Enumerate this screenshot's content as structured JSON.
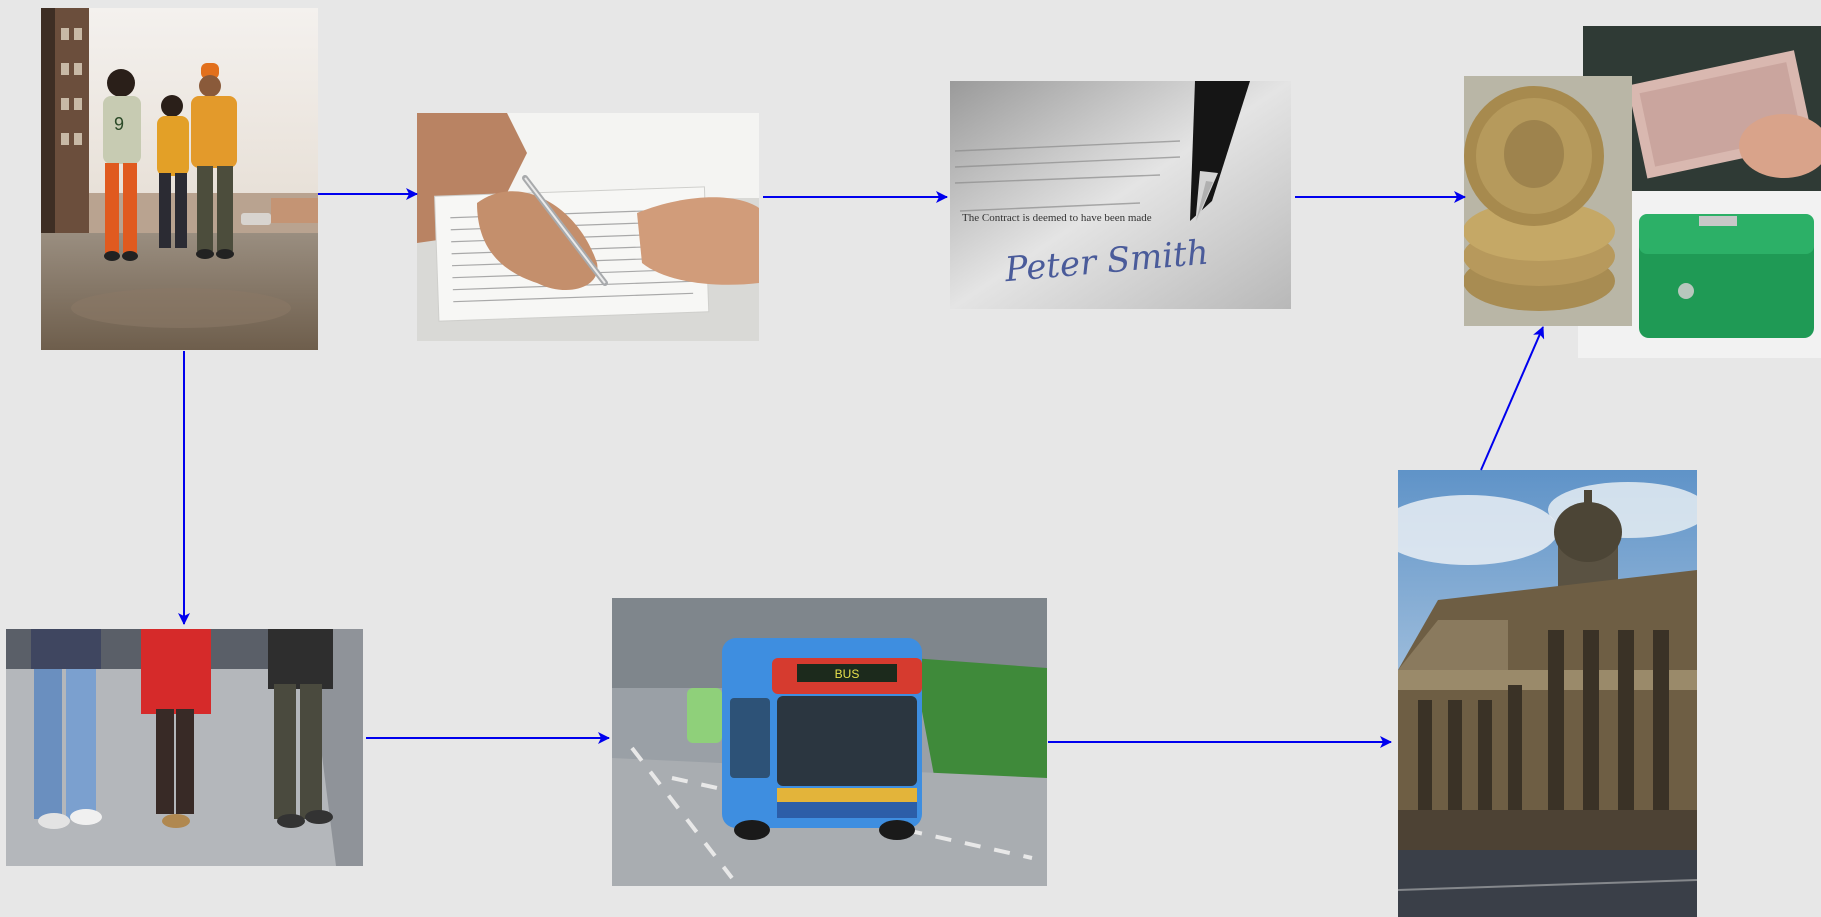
{
  "colors": {
    "background": "#e7e7e7",
    "arrow": "#0000ee"
  },
  "nodes": [
    {
      "id": "friends-walking",
      "icon": "friends-walking-photo"
    },
    {
      "id": "filling-form",
      "icon": "filling-form-photo"
    },
    {
      "id": "signing-document",
      "icon": "signing-document-photo"
    },
    {
      "id": "money",
      "icon": "money-photo"
    },
    {
      "id": "walking-legs",
      "icon": "walking-legs-photo"
    },
    {
      "id": "bus",
      "icon": "bus-photo"
    },
    {
      "id": "town-hall",
      "icon": "town-hall-photo"
    }
  ],
  "edges": [
    {
      "from": "friends-walking",
      "to": "filling-form"
    },
    {
      "from": "filling-form",
      "to": "signing-document"
    },
    {
      "from": "signing-document",
      "to": "money"
    },
    {
      "from": "friends-walking",
      "to": "walking-legs"
    },
    {
      "from": "walking-legs",
      "to": "bus"
    },
    {
      "from": "bus",
      "to": "town-hall"
    },
    {
      "from": "town-hall",
      "to": "money"
    }
  ],
  "signature": {
    "text": "Peter Smith"
  },
  "bus_destination": {
    "text": "BUS"
  }
}
